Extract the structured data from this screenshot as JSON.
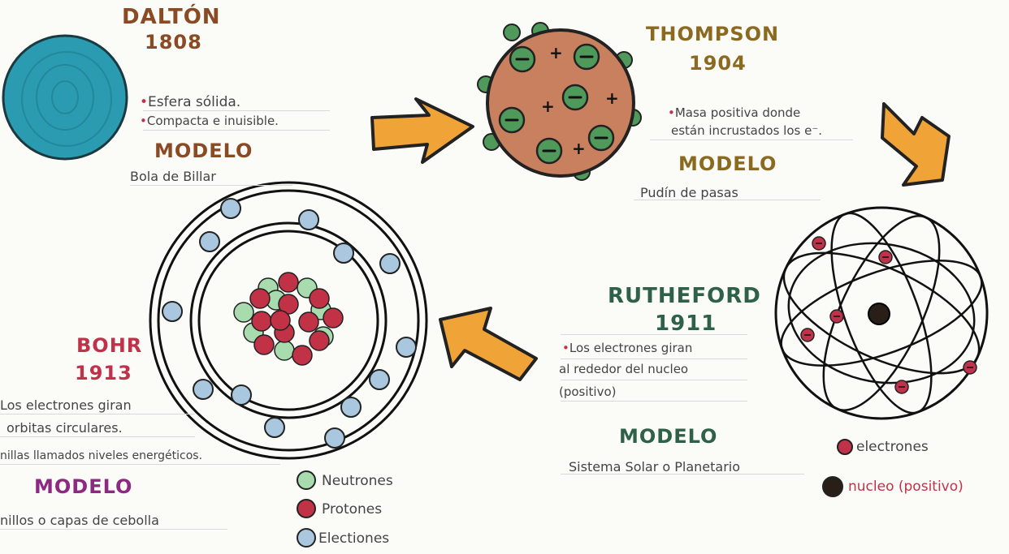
{
  "dalton": {
    "name": "DALTÓN",
    "year": "1808",
    "bullets": [
      "Esfera sólida.",
      "Compacta e inuisible."
    ],
    "model_label": "MODELO",
    "model_name": "Bola de Billar"
  },
  "thompson": {
    "name": "THOMPSON",
    "year": "1904",
    "bullets": [
      "Masa positiva donde",
      "están incrustados los e⁻."
    ],
    "model_label": "MODELO",
    "model_name": "Pudín de pasas"
  },
  "rutheford": {
    "name": "RUTHEFORD",
    "year": "1911",
    "bullets": [
      "Los electrones giran",
      "al rededor del nucleo",
      "(positivo)"
    ],
    "model_label": "MODELO",
    "model_name": "Sistema Solar o Planetario",
    "legend": [
      "electrones",
      "nucleo (positivo)"
    ]
  },
  "bohr": {
    "name": "BOHR",
    "year": "1913",
    "bullets": [
      "Los electrones giran",
      "orbitas circulares.",
      "nillas llamados niveles energéticos."
    ],
    "model_label": "MODELO",
    "model_name": "nillos o capas de cebolla",
    "legend": [
      "Neutrones",
      "Protones",
      "Electiones"
    ]
  },
  "colors": {
    "dalton_sphere": "#2a9bb0",
    "thompson_body": "#c8805f",
    "thompson_electron": "#4f9a5b",
    "arrow": "#f0a437",
    "neutron": "#a8dcae",
    "proton": "#c23247",
    "electron_blue": "#a9c8e0"
  }
}
